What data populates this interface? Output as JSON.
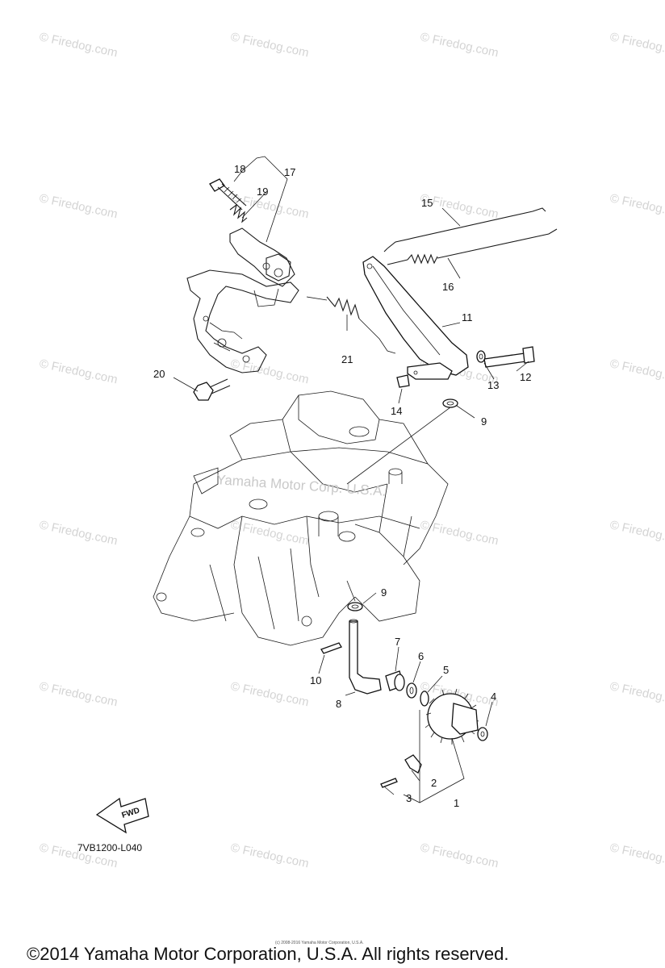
{
  "watermark": {
    "site": "© Firedog.com",
    "center": "Yamaha Motor Corp. U.S.A.",
    "center_site": "© Firedog.com"
  },
  "callouts": [
    "1",
    "2",
    "3",
    "4",
    "5",
    "6",
    "7",
    "8",
    "9",
    "9",
    "10",
    "11",
    "12",
    "13",
    "14",
    "15",
    "16",
    "17",
    "18",
    "19",
    "20",
    "21"
  ],
  "direction_arrow": "FWD",
  "diagram_code": "7VB1200-L040",
  "tiny_copyright": "(c) 2008-2016 Yamaha Motor Corporation, U.S.A.",
  "footer": "©2014 Yamaha Motor Corporation, U.S.A. All rights reserved."
}
